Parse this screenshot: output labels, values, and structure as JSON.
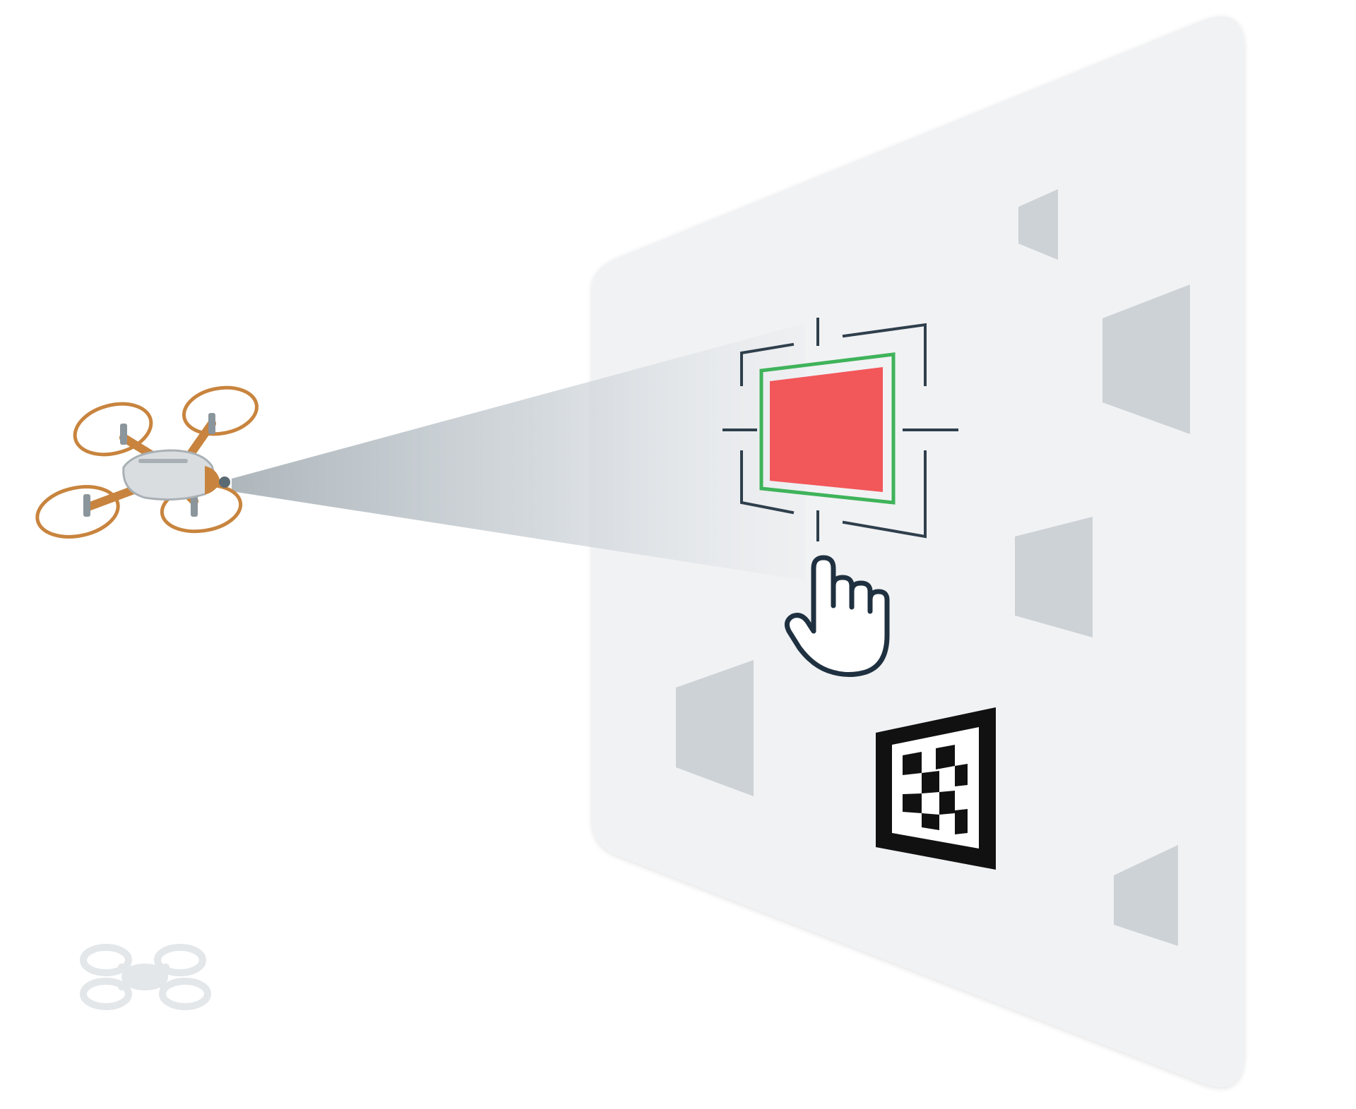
{
  "scene": {
    "description_labels": [],
    "colors": {
      "background": "#ffffff",
      "wall": "#f1f2f4",
      "wall_marker": "#cdd2d6",
      "beam": "#b9c1c6",
      "drone_frame": "#c8843e",
      "drone_body": "#d9dde0",
      "target_fill": "#f2575a",
      "target_outline": "#3fb35a",
      "reticle": "#2f3f4c",
      "cursor_stroke": "#1f3140",
      "fiducial": "#111111",
      "faded_drone": "#e3e7ea"
    },
    "icons": {
      "drone": "drone-icon",
      "faded_drone": "faded-drone-icon",
      "target": "target-square",
      "reticle": "crosshair-reticle",
      "cursor": "hand-pointer-icon",
      "fiducial": "aruco-marker"
    }
  }
}
